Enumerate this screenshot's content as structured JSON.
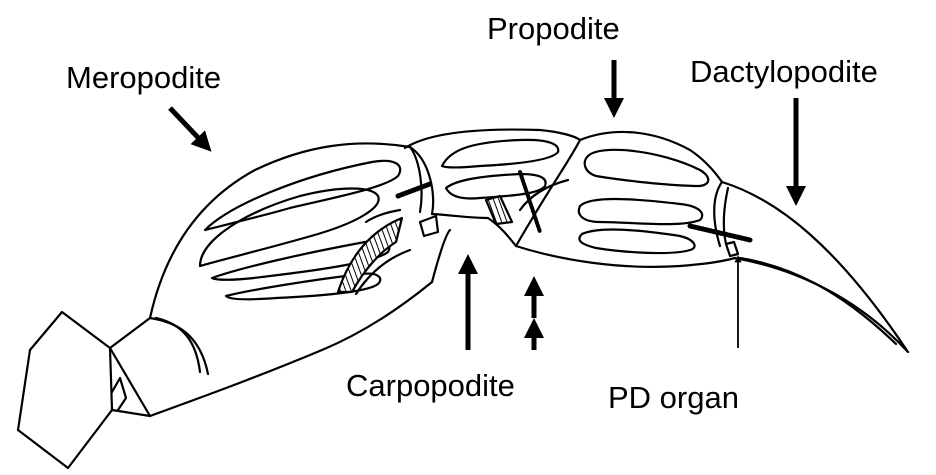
{
  "labels": {
    "meropodite": "Meropodite",
    "propodite": "Propodite",
    "dactylopodite": "Dactylopodite",
    "carpopodite": "Carpopodite",
    "pd_organ": "PD organ"
  },
  "colors": {
    "ink": "#000000",
    "paper": "#ffffff"
  }
}
